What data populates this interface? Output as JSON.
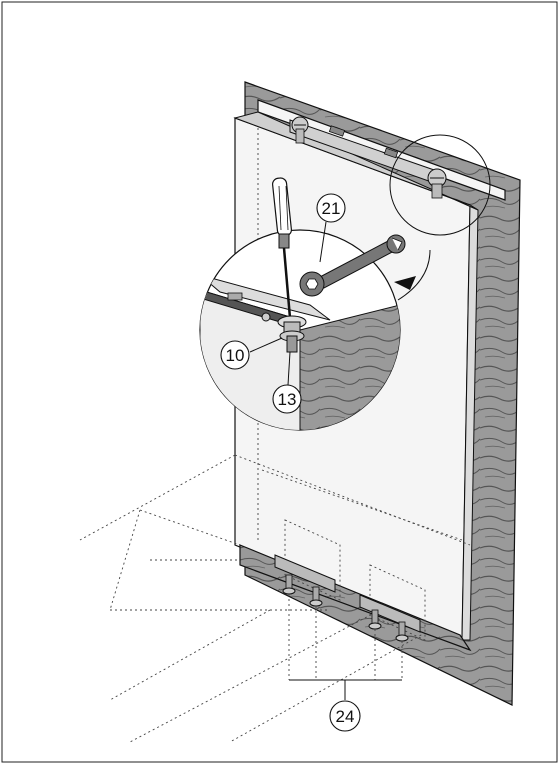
{
  "diagram": {
    "callouts": {
      "c21": "21",
      "c10": "10",
      "c13": "13",
      "c24": "24"
    },
    "icons": [
      "screwdriver-icon",
      "wrench-icon",
      "screw-icon",
      "arrow-icon"
    ]
  }
}
